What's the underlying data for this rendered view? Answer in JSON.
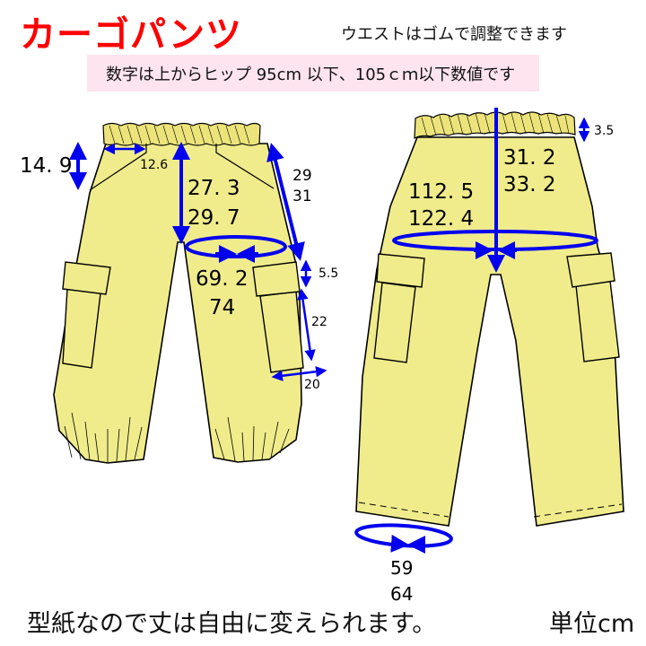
{
  "header": {
    "title": "カーゴパンツ",
    "waist_note": "ウエストはゴムで調整できます",
    "banner_text": "数字は上からヒップ 95cm 以下、105ｃｍ以下数値です"
  },
  "colors": {
    "title_red": "#ff0000",
    "banner_pink": "#fde4ef",
    "fabric_yellow": "#f0ec8c",
    "measure_blue": "#0000ee",
    "outline": "#000000"
  },
  "front_view": {
    "label": "front",
    "measurements": {
      "pocket_depth": "14. 9",
      "pocket_opening": "12.6",
      "front_rise_1": "27. 3",
      "front_rise_2": "29. 7",
      "side_seam_1": "29",
      "side_seam_2": "31",
      "thigh_1": "69. 2",
      "thigh_2": "74",
      "cargo_flap": "5.5",
      "cargo_pocket_length": "22",
      "cargo_pocket_width": "20"
    }
  },
  "back_view": {
    "label": "back",
    "measurements": {
      "waistband_height": "3.5",
      "back_rise_1": "31. 2",
      "back_rise_2": "33. 2",
      "hip_1": "112. 5",
      "hip_2": "122. 4",
      "hem_1": "59",
      "hem_2": "64"
    }
  },
  "footer": {
    "note": "型紙なので丈は自由に変えられます。",
    "unit": "単位cm"
  }
}
